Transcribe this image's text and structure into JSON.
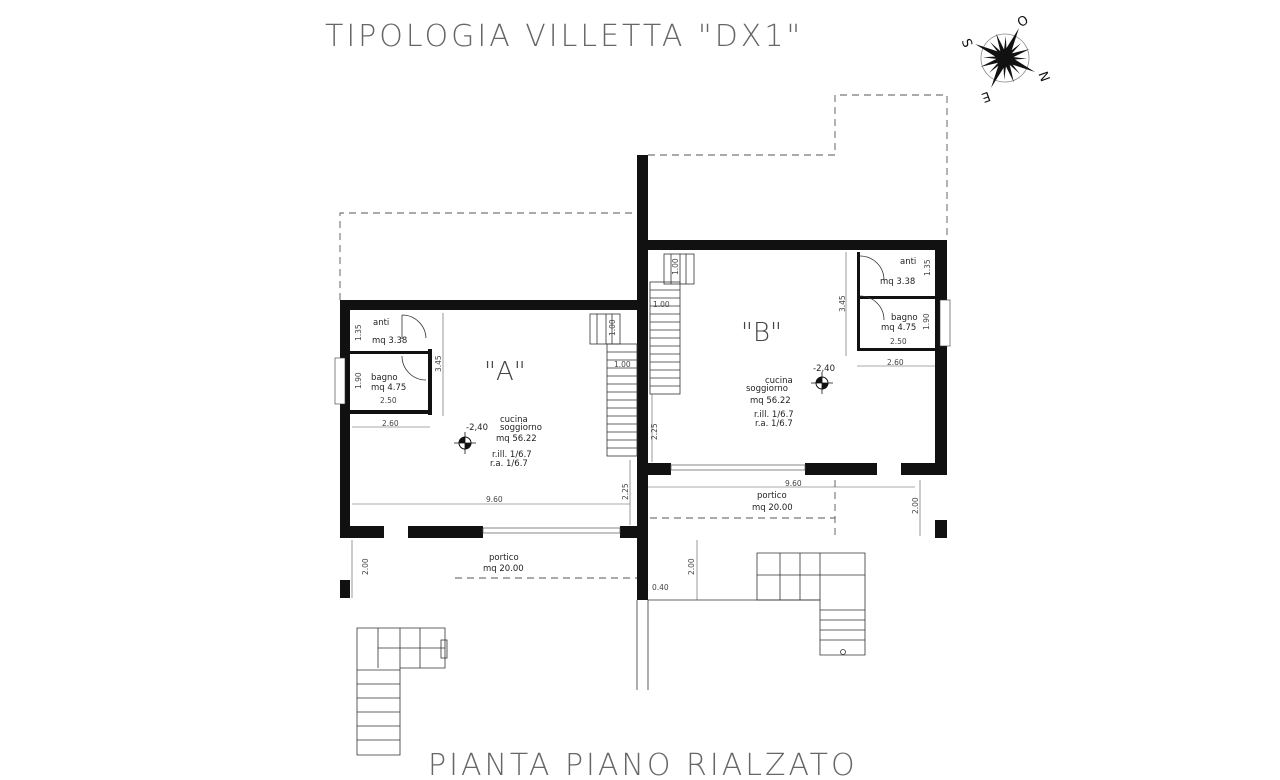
{
  "title": "TIPOLOGIA VILLETTA \"DX1\"",
  "subtitle": "PIANTA PIANO RIALZATO",
  "compass": {
    "labels": [
      "O",
      "S",
      "N",
      "E"
    ]
  },
  "unit_a": {
    "name": "\"A\"",
    "anti": {
      "label": "anti",
      "area": "mq 3.38"
    },
    "bagno": {
      "label": "bagno",
      "area": "mq 4.75"
    },
    "living": {
      "label1": "cucina",
      "label2": "soggiorno",
      "area": "mq 56.22",
      "rill": "r.ill. 1/6.7",
      "ra": "r.a. 1/6.7"
    },
    "level": "-2,40",
    "portico": {
      "label": "portico",
      "area": "mq 20.00"
    },
    "dims": {
      "d135": "1.35",
      "d190": "1.90",
      "d250": "2.50",
      "d260": "2.60",
      "d345": "3.45",
      "d960": "9.60",
      "d225": "2.25",
      "d100": "1.00",
      "d100b": "1.00",
      "d200": "2.00"
    }
  },
  "unit_b": {
    "name": "\"B\"",
    "anti": {
      "label": "anti",
      "area": "mq 3.38"
    },
    "bagno": {
      "label": "bagno",
      "area": "mq 4.75"
    },
    "living": {
      "label1": "cucina",
      "label2": "soggiorno",
      "area": "mq 56.22",
      "rill": "r.ill. 1/6.7",
      "ra": "r.a. 1/6.7"
    },
    "level": "-2,40",
    "portico": {
      "label": "portico",
      "area": "mq 20.00"
    },
    "dims": {
      "d135": "1.35",
      "d190": "1.90",
      "d250": "2.50",
      "d260": "2.60",
      "d345": "3.45",
      "d960": "9.60",
      "d225": "2.25",
      "d100": "1.00",
      "d100b": "1.00",
      "d200": "2.00"
    }
  },
  "shared_dims": {
    "d040": "0.40",
    "d200": "2.00"
  }
}
